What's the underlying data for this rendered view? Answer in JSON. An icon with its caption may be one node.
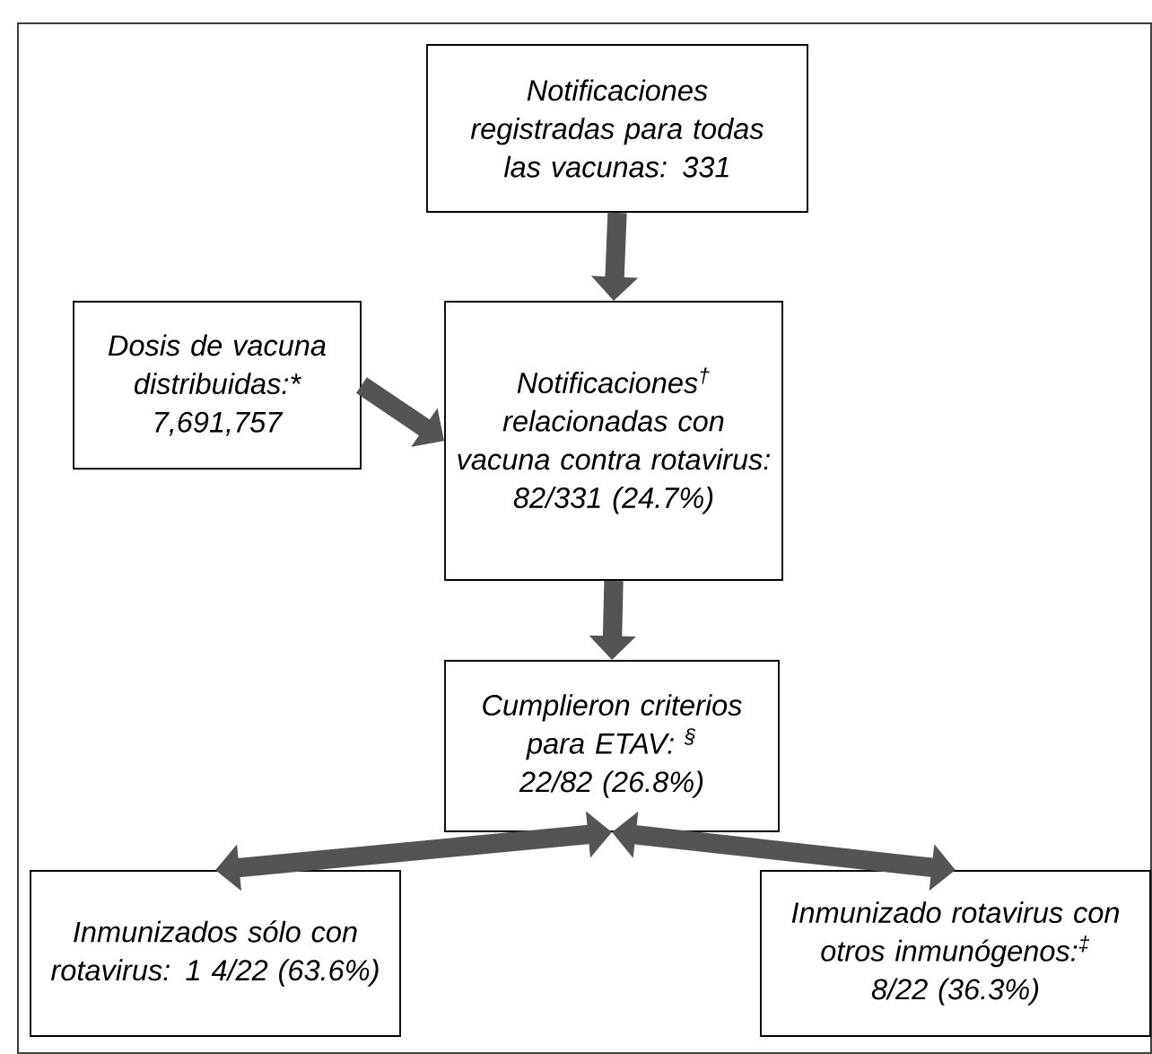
{
  "diagram": {
    "nodes": [
      {
        "text": [
          "Notificaciones registradas para todas las vacunas: 331"
        ]
      },
      {
        "text": [
          "Dosis de vacuna distribuidas:* 7,691,757"
        ]
      },
      {
        "text": [
          "Notificaciones$^{†}$ relacionadas con vacuna contra rotavirus: 82/331 (24.7%)"
        ]
      },
      {
        "text": [
          "Cumplieron criterios para ETAV: $^{§}$ 22/82 (26.8%)"
        ]
      },
      {
        "text": [
          "Inmunizados sólo con rotavirus: 1 4/22 (63.6%)"
        ]
      },
      {
        "text": [
          "Inmunizado rotavirus con otros inmunógenos:$^{‡}$ 8/22 (36.3%)"
        ]
      }
    ],
    "edges": [
      {
        "from": 0,
        "to": 2,
        "arrow": "to"
      },
      {
        "from": 1,
        "to": 2,
        "arrow": "to"
      },
      {
        "from": 2,
        "to": 3,
        "arrow": "to"
      },
      {
        "from": 3,
        "to": 4,
        "arrow": "both"
      },
      {
        "from": 3,
        "to": 5,
        "arrow": "both"
      }
    ]
  }
}
